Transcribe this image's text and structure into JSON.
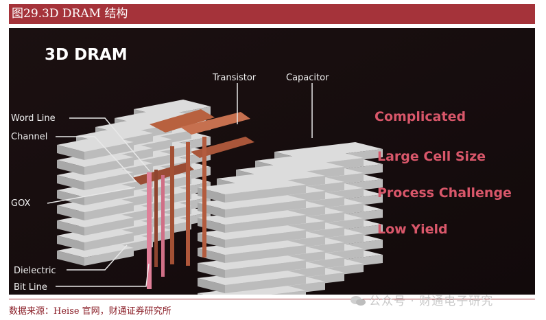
{
  "figure_title": "图29.3D DRAM 结构",
  "diagram": {
    "heading": "3D DRAM",
    "labels": {
      "transistor": "Transistor",
      "capacitor": "Capacitor",
      "word_line": "Word Line",
      "channel": "Channel",
      "gox": "GOX",
      "dielectric": "Dielectric",
      "bit_line": "Bit Line"
    },
    "challenges": [
      "Complicated",
      "Large Cell Size",
      "Process Challenge",
      "Low Yield"
    ]
  },
  "source_note": "数据来源：Heise 官网，财通证券研究所",
  "watermark": "公众号 · 财通电子研究",
  "colors": {
    "title_bar": "#a5333a",
    "challenge_text": "#d9576a",
    "copper": "#c6704f",
    "layer_gray": "#c9c9c9"
  }
}
